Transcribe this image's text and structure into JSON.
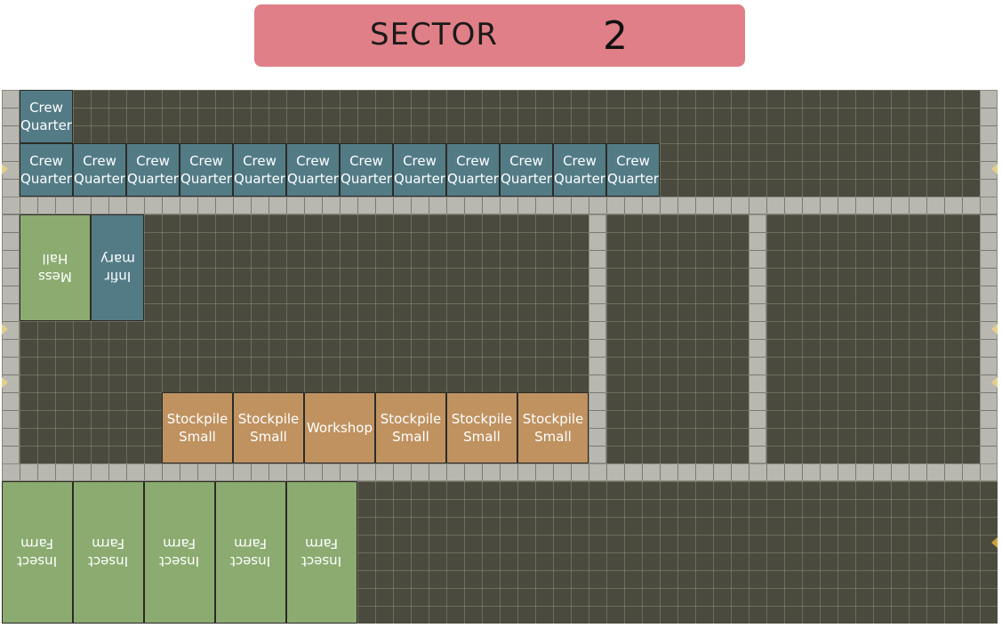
{
  "header": {
    "sector_label": "SECTOR",
    "sector_number": "2",
    "banner_color": "#e07f87"
  },
  "colors": {
    "floor": "#4b4a3e",
    "wall": "#b9b8b0",
    "crew_room": "#527b86",
    "green_room": "#8bab70",
    "storage_room": "#bf9260",
    "door_marker": "#e3cf8a"
  },
  "rooms": {
    "crew_quarters": [
      "Crew\nQuarter",
      "Crew\nQuarter",
      "Crew\nQuarter",
      "Crew\nQuarter",
      "Crew\nQuarter",
      "Crew\nQuarter",
      "Crew\nQuarter",
      "Crew\nQuarter",
      "Crew\nQuarter",
      "Crew\nQuarter",
      "Crew\nQuarter",
      "Crew\nQuarter",
      "Crew\nQuarter"
    ],
    "mess_hall": "Mess\nHall",
    "infirmary": "Infir\nmary",
    "storage_row": [
      "Stockpile\nSmall",
      "Stockpile\nSmall",
      "Workshop",
      "Stockpile\nSmall",
      "Stockpile\nSmall",
      "Stockpile\nSmall"
    ],
    "insect_farms": [
      "Insect\nFarm",
      "Insect\nFarm",
      "Insect\nFarm",
      "Insect\nFarm",
      "Insect\nFarm"
    ]
  }
}
